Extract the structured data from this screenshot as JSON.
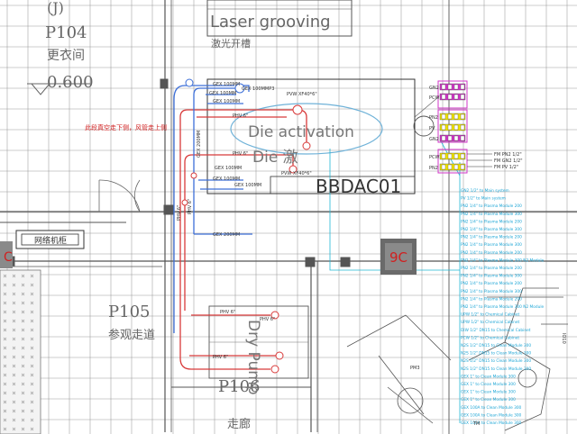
{
  "rooms": {
    "p104_partial": "(J)",
    "p104_code": "P104",
    "p104_name": "更衣间",
    "p104_level": "0.600",
    "laser_title": "Laser grooving",
    "laser_cn": "激光开槽",
    "p105_code": "P105",
    "p105_name": "参观走道",
    "p106_code": "P106",
    "p106_name": "走廊",
    "left_box": "网络机柜"
  },
  "equipment": {
    "die_activation": "Die activation",
    "die_cn": "Die 激",
    "tool_id": "BBDAC01",
    "dry_pump": "Dry Pump",
    "marker_9c": "9C",
    "marker_left": "C"
  },
  "notes": {
    "red_note": "此段真空走下侧，风管走上侧"
  },
  "pipe_labels": {
    "gex_top1": "GEX 100MM",
    "gex_top2": "GEX 100MM",
    "gex_top3": "GEX 100MMP3",
    "gex_top4": "GEX 100MM",
    "pvw_top": "PVW XF40*6\"",
    "pvw_mid": "PVW XF40*6\"",
    "phv_a": "PHV 6\"",
    "phv_b": "PHV 6\"",
    "gex_200": "GEX 200MM",
    "gex_200b": "GEX 200MM",
    "gex_low1": "GEX 100MM",
    "gex_low2": "GEX 100MM",
    "gex_low3": "GEX 100MM",
    "phv_v1": "PHV 6\"",
    "phv_v2": "PHV 6\"",
    "phv_low1": "PHV 6\"",
    "phv_low2": "PHV 6\"",
    "phv_low3": "PHV 6\""
  },
  "fitting_labels": [
    "GN2",
    "PCW",
    "PN2",
    "PV"
  ],
  "right_labels": [
    "FM PN2 1/2\"",
    "FM GN2 1/2\"",
    "FM PV 1/2\""
  ],
  "connection_list": [
    "GN2 1/2\" to Main system",
    "PV 1/2\" to Main system",
    "PN2 1/4\" to Plasma Module 200",
    "PN2 1/4\" to Plasma Module 300",
    "PN2 1/4\" to Plasma Module 200",
    "PN2 1/4\" to Plasma Module 300",
    "PN2 1/4\" to Plasma Module 200",
    "PN2 1/4\" to Plasma Module 300",
    "PN2 1/4\" to Plasma Module 200",
    "PN2 1/4\" to Plasma Module 300 N2 Module",
    "PN2 1/4\" to Plasma Module 200",
    "PN2 1/4\" to Plasma Module 300",
    "PN2 1/4\" to Plasma Module 200",
    "PN2 1/4\" to Plasma Module 300",
    "PN2 1/4\" to Plasma Module 200",
    "PN2 1/4\" to Plasma Module 300 N2 Module",
    "UPW 1/2\" to Chemical Cabinet",
    "UPW 1/2\" to Chemical Cabinet",
    "DIW 1/2\" DN15 to Chemical Cabinet",
    "PCW 1/2\" to Chemical Cabinet",
    "N2S 1/2\" DN15 to Clean Module 300",
    "N2S 1/2\" DN15 to Clean Module 300",
    "N2S 1/2\" DN15 to Clean Module 300",
    "N2S 1/2\" DN15 to Clean Module 300",
    "GEX 1\" to Clean Module 300",
    "GEX 1\" to Clean Module 300",
    "GEX 1\" to Clean Module 300",
    "GEX 1\" to Clean Module 300",
    "GEX 100A to Clean Module 300",
    "GEX 100A to Clean Module 300",
    "GEX 100A to Clean Module 300"
  ],
  "misc": {
    "pm3": "PM3",
    "tm": "TM",
    "right_tag": "IO10"
  },
  "colors": {
    "grid": "#9a9a9a",
    "pipe_red": "#d83a3a",
    "pipe_blue": "#3d6fd8",
    "pipe_cyan": "#22b6d4",
    "magenta": "#d236c8",
    "yellow": "#f2e600",
    "label_cyan": "#1ea6d6",
    "ellipse": "#6fb2d8"
  }
}
